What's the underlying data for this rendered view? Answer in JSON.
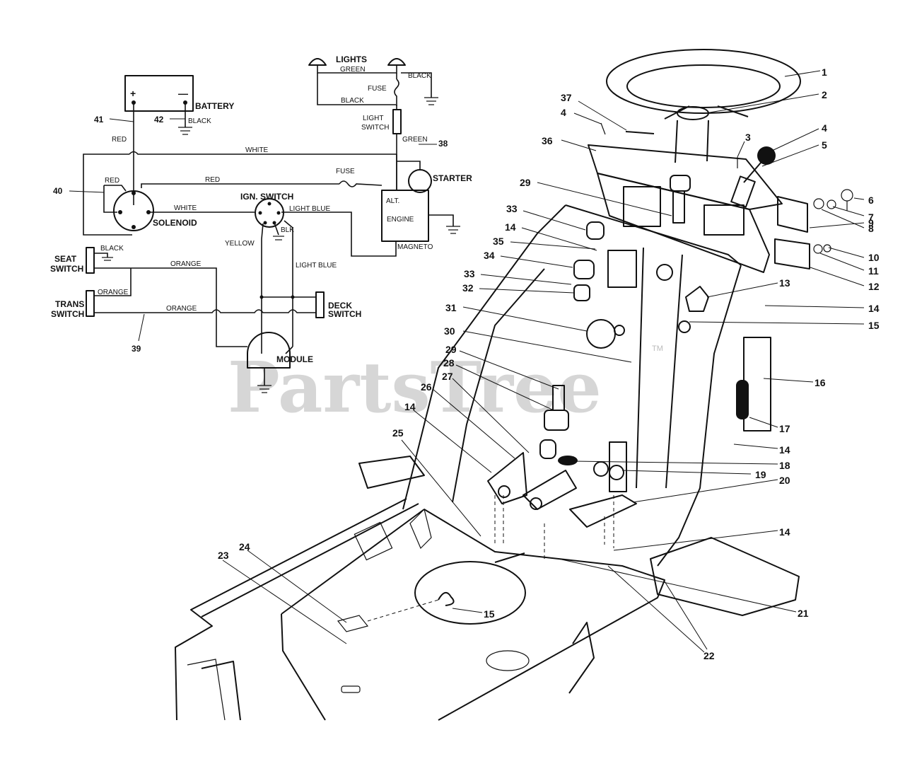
{
  "watermark": {
    "text": "PartsTree",
    "tm": "TM"
  },
  "wiring": {
    "components": {
      "lights": "LIGHTS",
      "battery": "BATTERY",
      "battery_plus": "+",
      "battery_minus": "—",
      "fuse_top": "FUSE",
      "fuse_mid": "FUSE",
      "light_switch_1": "LIGHT",
      "light_switch_2": "SWITCH",
      "starter": "STARTER",
      "engine_alt": "ALT.",
      "engine": "ENGINE",
      "magneto": "MAGNETO",
      "solenoid": "SOLENOID",
      "ign_switch": "IGN. SWITCH",
      "seat_switch_1": "SEAT",
      "seat_switch_2": "SWITCH",
      "trans_switch_1": "TRANS",
      "trans_switch_2": "SWITCH",
      "deck_switch_1": "DECK",
      "deck_switch_2": "SWITCH",
      "module": "MODULE"
    },
    "wires": {
      "green_top": "GREEN",
      "black_top_right": "BLACK",
      "black_top_left": "BLACK",
      "green_side": "GREEN",
      "black_battery": "BLACK",
      "red_battery": "RED",
      "white_top": "WHITE",
      "red_solenoid": "RED",
      "red_long": "RED",
      "white_solenoid": "WHITE",
      "light_blue_top": "LIGHT BLUE",
      "blk": "BLK",
      "yellow": "YELLOW",
      "light_blue_side": "LIGHT BLUE",
      "black_seat": "BLACK",
      "orange_seat": "ORANGE",
      "orange_trans": "ORANGE",
      "orange_bottom": "ORANGE"
    },
    "callouts": {
      "c41": "41",
      "c42": "42",
      "c40": "40",
      "c38": "38",
      "c39": "39"
    }
  },
  "part_numbers": {
    "p1": "1",
    "p2": "2",
    "p3": "3",
    "p4a": "4",
    "p4b": "4",
    "p5": "5",
    "p6": "6",
    "p7": "7",
    "p8": "8",
    "p9": "9",
    "p10": "10",
    "p11": "11",
    "p12": "12",
    "p13": "13",
    "p14a": "14",
    "p14b": "14",
    "p14c": "14",
    "p14d": "14",
    "p14e": "14",
    "p15a": "15",
    "p15b": "15",
    "p16": "16",
    "p17": "17",
    "p18": "18",
    "p19": "19",
    "p20": "20",
    "p21": "21",
    "p22": "22",
    "p23": "23",
    "p24": "24",
    "p25": "25",
    "p26": "26",
    "p27": "27",
    "p28": "28",
    "p29a": "29",
    "p29b": "29",
    "p30": "30",
    "p31": "31",
    "p32": "32",
    "p33a": "33",
    "p33b": "33",
    "p34": "34",
    "p35": "35",
    "p36": "36",
    "p37": "37"
  }
}
